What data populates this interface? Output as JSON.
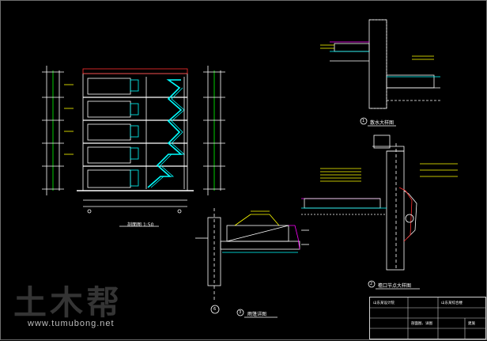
{
  "drawing": {
    "section_title": "剖面图",
    "section_scale": "1:50",
    "detail1_title": "散水大样图",
    "detail2_title": "檐口节点大样图",
    "detail3_title": "雨篷详图",
    "detail1_number": "1",
    "detail2_number": "2",
    "detail3_number": "3",
    "axis_label": "6"
  },
  "title_block": {
    "company": "山东某设计院",
    "project": "山东某综合楼",
    "sheet_name": "剖面图、详图",
    "sheet_no": "建施"
  },
  "watermark": {
    "chinese": "土木帮",
    "url": "www.tumubong.net"
  },
  "colors": {
    "background": "#000000",
    "line_white": "#ffffff",
    "stair_cyan": "#00ffff",
    "line_yellow": "#ffff00",
    "line_green": "#00ff00",
    "line_red": "#ff3030",
    "line_magenta": "#ff00ff"
  }
}
